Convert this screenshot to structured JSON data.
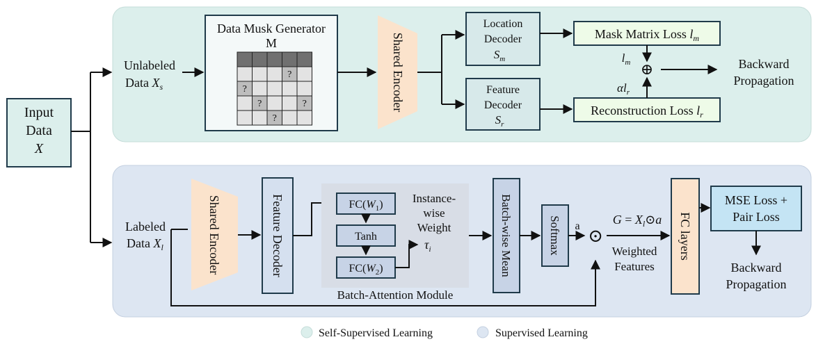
{
  "input": {
    "line1": "Input",
    "line2": "Data",
    "var": "X"
  },
  "unlabeled": {
    "line1": "Unlabeled",
    "line2": "Data",
    "var": "X",
    "sub": "s"
  },
  "labeled": {
    "line1": "Labeled",
    "line2": "Data",
    "var": "X",
    "sub": "l"
  },
  "mask_generator": {
    "title": "Data Musk Generator",
    "symbol": "M",
    "q": "?",
    "grid": [
      [
        "d",
        "d",
        "d",
        "d",
        "d"
      ],
      [
        "",
        "",
        "",
        "?",
        ""
      ],
      [
        "?",
        "",
        "",
        "",
        ""
      ],
      [
        "",
        "?",
        "",
        "",
        "?"
      ],
      [
        "",
        "",
        "?",
        "",
        ""
      ]
    ]
  },
  "shared_encoder_top": "Shared Encoder",
  "shared_encoder_bottom": "Shared Encoder",
  "location_decoder": {
    "line1": "Location",
    "line2": "Decoder",
    "var": "S",
    "sub": "m"
  },
  "feature_decoder_top": {
    "line1": "Feature",
    "line2": "Decoder",
    "var": "S",
    "sub": "r"
  },
  "mask_loss": {
    "text": "Mask Matrix Loss",
    "var": "l",
    "sub": "m"
  },
  "recon_loss": {
    "text": "Reconstruction Loss",
    "var": "l",
    "sub": "r"
  },
  "lm": {
    "var": "l",
    "sub": "m"
  },
  "alr": {
    "pre": "α",
    "var": "l",
    "sub": "r"
  },
  "oplus": "⊕",
  "backward_top": {
    "line1": "Backward",
    "line2": "Propagation"
  },
  "feature_decoder_bottom": "Feature Decoder",
  "attention": {
    "fc1": {
      "pre": "FC(",
      "var": "W",
      "sub": "1",
      "post": ")"
    },
    "tanh": "Tanh",
    "fc2": {
      "pre": "FC(",
      "var": "W",
      "sub": "2",
      "post": ")"
    },
    "label": "Batch-Attention Module",
    "instance_weight": {
      "line1": "Instance-",
      "line2": "wise",
      "line3": "Weight",
      "var": "τ",
      "sub": "i"
    }
  },
  "batch_mean": "Batch-wise Mean",
  "softmax": "Softmax",
  "a_label": "a",
  "odot": "⊙",
  "g_formula": {
    "g": "G",
    "eq": " = ",
    "x": "X",
    "sub": "l",
    "dot": "⊙",
    "a": "a"
  },
  "weighted": {
    "line1": "Weighted",
    "line2": "Features"
  },
  "fc_layers": "FC layers",
  "mse_loss": {
    "line1": "MSE Loss +",
    "line2": "Pair Loss"
  },
  "backward_bottom": {
    "line1": "Backward",
    "line2": "Propagation"
  },
  "legend": {
    "self": "Self-Supervised Learning",
    "supervised": "Supervised Learning"
  },
  "colors": {
    "self_bg": "#dcefec",
    "sup_bg": "#dde6f2",
    "encoder": "#fbe3cc",
    "decoder_top": "#d7e9ea",
    "decoder_bottom": "#d5e0ef",
    "loss_top": "#eefbe8",
    "attention_bg": "#d8dde6",
    "attention_box": "#c7d3e6",
    "fc_layers": "#fbe3cc",
    "mse": "#c4e4f4",
    "border": "#1f3a4a",
    "grid_header": "#707070",
    "grid_q": "#bdbdbd",
    "grid_cell": "#e3e3e3"
  }
}
